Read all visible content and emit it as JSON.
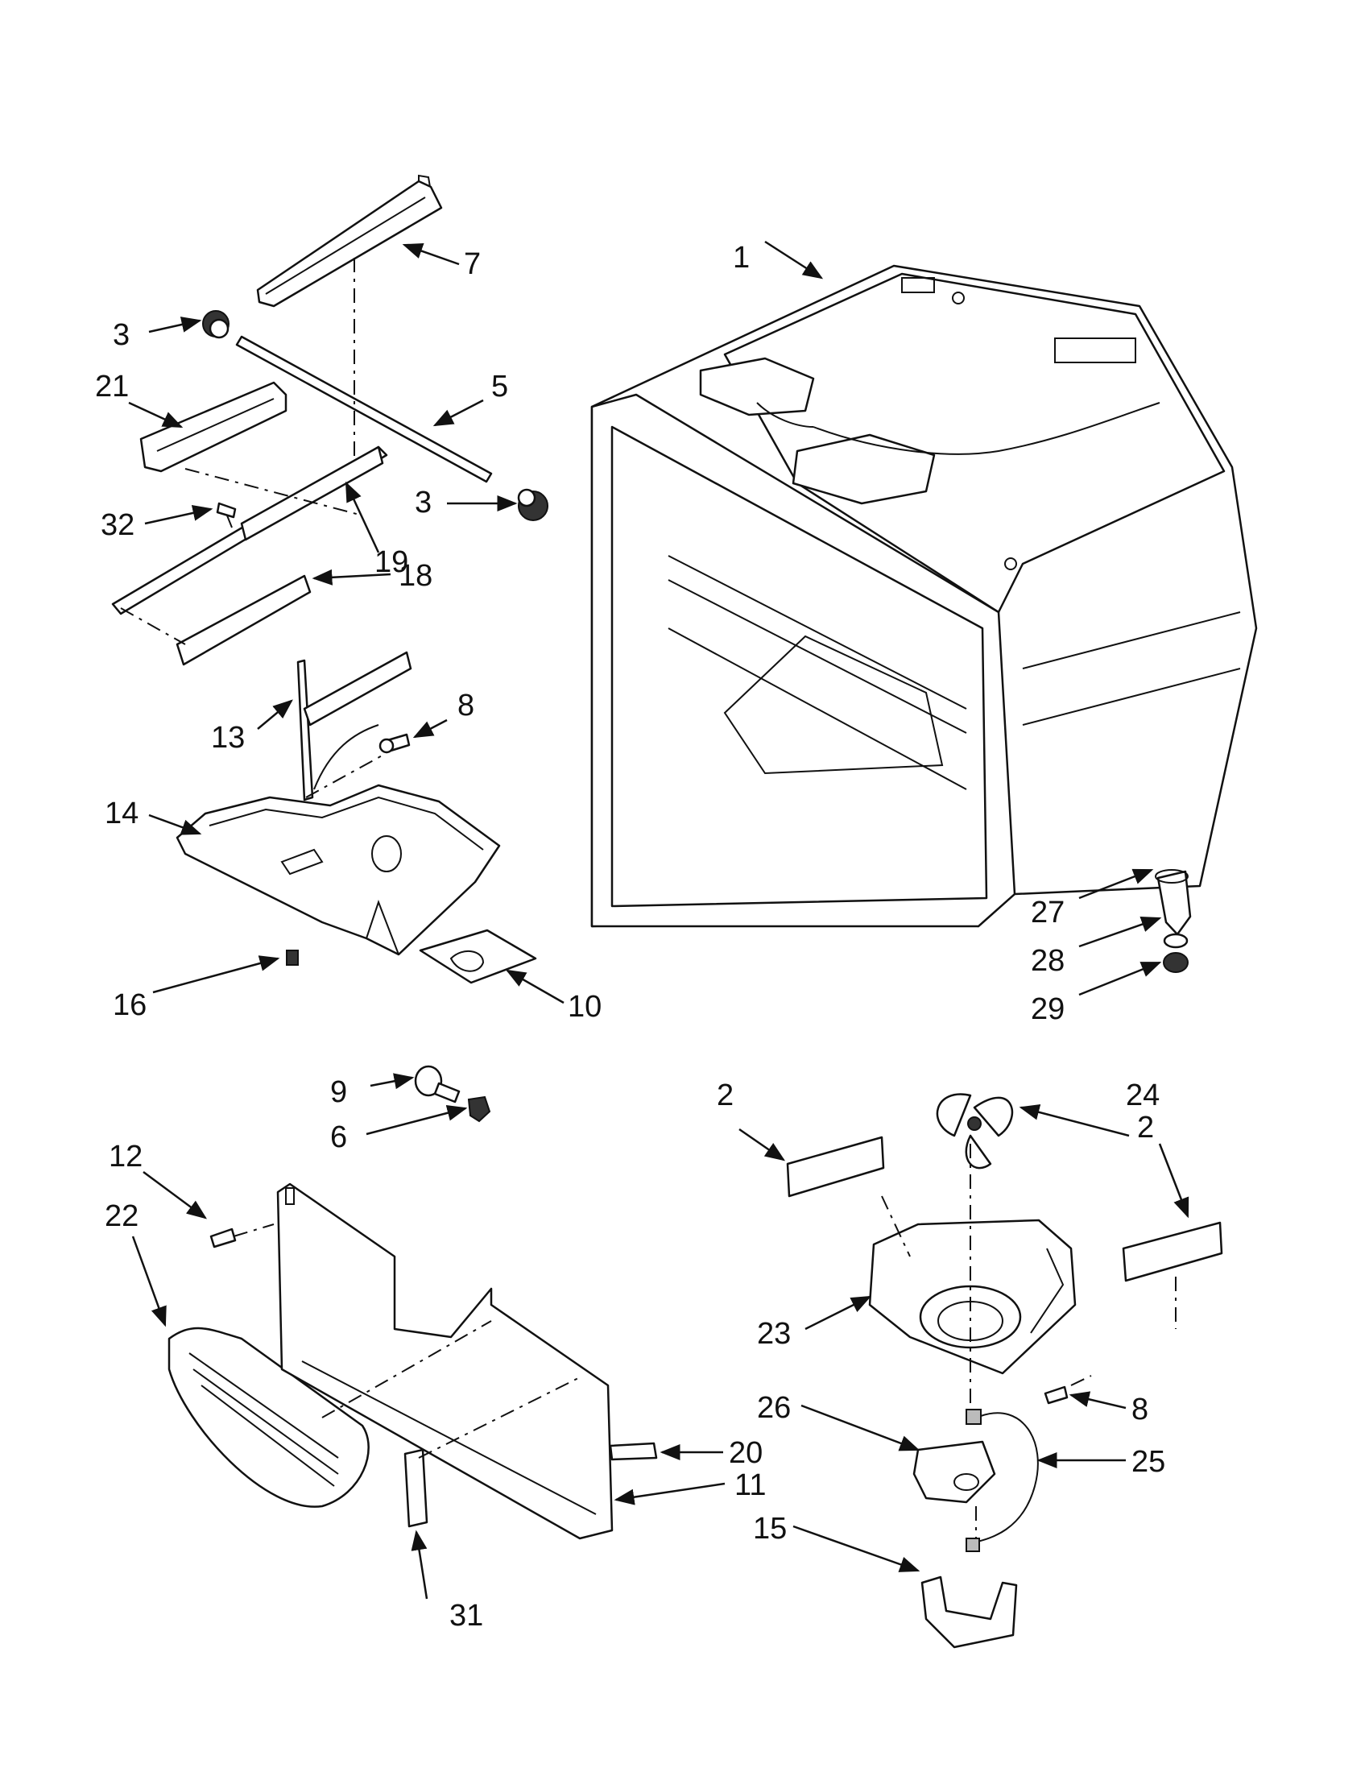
{
  "labels": {
    "p1": "1",
    "p2a": "2",
    "p2b": "2",
    "p3a": "3",
    "p3b": "3",
    "p5": "5",
    "p6": "6",
    "p7": "7",
    "p8a": "8",
    "p8b": "8",
    "p9": "9",
    "p10": "10",
    "p11": "11",
    "p12": "12",
    "p13": "13",
    "p14": "14",
    "p15": "15",
    "p16": "16",
    "p18": "18",
    "p19": "19",
    "p20": "20",
    "p21": "21",
    "p22": "22",
    "p23": "23",
    "p24": "24",
    "p25": "25",
    "p26": "26",
    "p27": "27",
    "p28": "28",
    "p29": "29",
    "p31": "31",
    "p32": "32"
  },
  "colors": {
    "line": "#111111",
    "background": "#ffffff"
  }
}
